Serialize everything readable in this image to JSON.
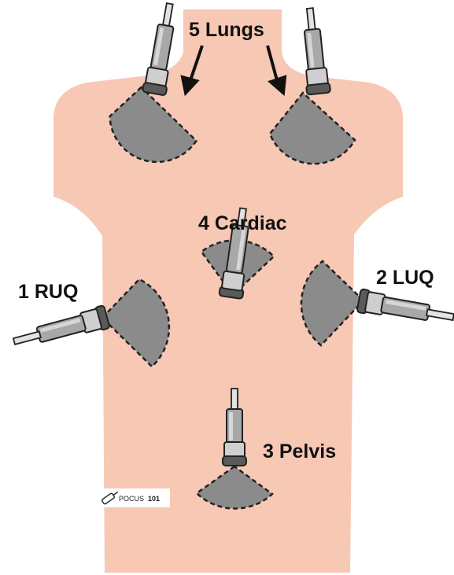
{
  "colors": {
    "torso": "#f7c8b4",
    "sector": "#8b8b8b",
    "probe_light": "#cfcfcf",
    "probe_mid": "#9a9a9a",
    "probe_dark": "#444444",
    "outline": "#222222"
  },
  "views": [
    {
      "id": "lungs",
      "label": "5 Lungs"
    },
    {
      "id": "cardiac",
      "label": "4 Cardiac"
    },
    {
      "id": "ruq",
      "label": "1 RUQ"
    },
    {
      "id": "luq",
      "label": "2 LUQ"
    },
    {
      "id": "pelvis",
      "label": "3 Pelvis"
    }
  ],
  "logo": {
    "text": "POCUS",
    "number": "101"
  }
}
